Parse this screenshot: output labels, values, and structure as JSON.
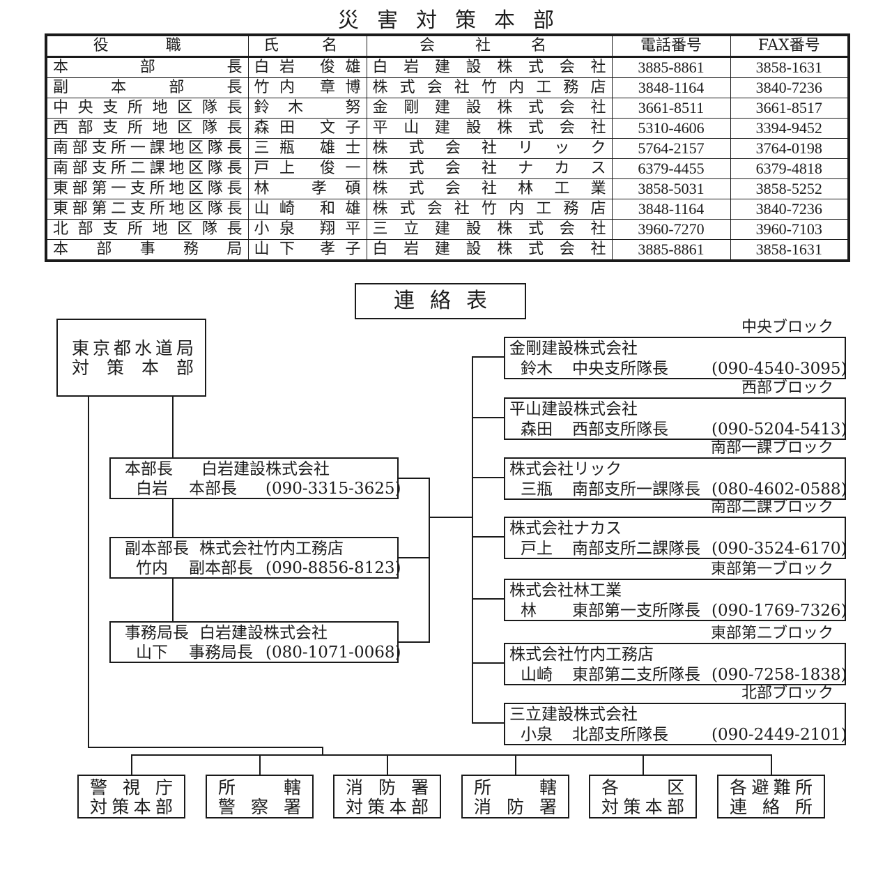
{
  "title": "災害対策本部",
  "roster": {
    "headers": [
      "役　職",
      "氏　名",
      "会　社　名",
      "電話番号",
      "FAX番号"
    ],
    "rows": [
      {
        "role": "本部長",
        "name": "白岩 俊雄",
        "company": "白岩建設株式会社",
        "phone": "3885-8861",
        "fax": "3858-1631"
      },
      {
        "role": "副本部長",
        "name": "竹内 章博",
        "company": "株式会社竹内工務店",
        "phone": "3848-1164",
        "fax": "3840-7236"
      },
      {
        "role": "中央支所地区隊長",
        "name": "鈴木 努",
        "company": "金剛建設株式会社",
        "phone": "3661-8511",
        "fax": "3661-8517"
      },
      {
        "role": "西部支所地区隊長",
        "name": "森田 文子",
        "company": "平山建設株式会社",
        "phone": "5310-4606",
        "fax": "3394-9452"
      },
      {
        "role": "南部支所一課地区隊長",
        "name": "三瓶 雄士",
        "company": "株式会社リック",
        "phone": "5764-2157",
        "fax": "3764-0198"
      },
      {
        "role": "南部支所二課地区隊長",
        "name": "戸上 俊一",
        "company": "株式会社ナカス",
        "phone": "6379-4455",
        "fax": "6379-4818"
      },
      {
        "role": "東部第一支所地区隊長",
        "name": "林 孝碩",
        "company": "株式会社林工業",
        "phone": "3858-5031",
        "fax": "3858-5252"
      },
      {
        "role": "東部第二支所地区隊長",
        "name": "山崎 和雄",
        "company": "株式会社竹内工務店",
        "phone": "3848-1164",
        "fax": "3840-7236"
      },
      {
        "role": "北部支所地区隊長",
        "name": "小泉 翔平",
        "company": "三立建設株式会社",
        "phone": "3960-7270",
        "fax": "3960-7103"
      },
      {
        "role": "本部事務局",
        "name": "山下 孝子",
        "company": "白岩建設株式会社",
        "phone": "3885-8861",
        "fax": "3858-1631"
      }
    ]
  },
  "contact": {
    "title": "連絡表",
    "tmg": {
      "line1": "東京都水道局",
      "line2": "対策本部"
    },
    "hq": [
      {
        "line1_a": "本部長",
        "line1_b": "白岩建設株式会社",
        "line2_a": "白岩",
        "line2_b": "本部長",
        "line2_c": "(090-3315-3625)"
      },
      {
        "line1_a": "副本部長",
        "line1_b": "株式会社竹内工務店",
        "line2_a": "竹内",
        "line2_b": "副本部長",
        "line2_c": "(090-8856-8123)"
      },
      {
        "line1_a": "事務局長",
        "line1_b": "白岩建設株式会社",
        "line2_a": "山下",
        "line2_b": "事務局長",
        "line2_c": "(080-1071-0068)"
      }
    ],
    "blocks": [
      {
        "label": "中央ブロック",
        "company": "金剛建設株式会社",
        "person": "鈴木",
        "title": "中央支所隊長",
        "phone": "(090-4540-3095)"
      },
      {
        "label": "西部ブロック",
        "company": "平山建設株式会社",
        "person": "森田",
        "title": "西部支所隊長",
        "phone": "(090-5204-5413)"
      },
      {
        "label": "南部一課ブロック",
        "company": "株式会社リック",
        "person": "三瓶",
        "title": "南部支所一課隊長",
        "phone": "(080-4602-0588)"
      },
      {
        "label": "南部二課ブロック",
        "company": "株式会社ナカス",
        "person": "戸上",
        "title": "南部支所二課隊長",
        "phone": "(090-3524-6170)"
      },
      {
        "label": "東部第一ブロック",
        "company": "株式会社林工業",
        "person": "林",
        "title": "東部第一支所隊長",
        "phone": "(090-1769-7326)"
      },
      {
        "label": "東部第二ブロック",
        "company": "株式会社竹内工務店",
        "person": "山崎",
        "title": "東部第二支所隊長",
        "phone": "(090-7258-1838)"
      },
      {
        "label": "北部ブロック",
        "company": "三立建設株式会社",
        "person": "小泉",
        "title": "北部支所隊長",
        "phone": "(090-2449-2101)"
      }
    ],
    "bottom": [
      {
        "line1": "警視庁",
        "line2": "対策本部"
      },
      {
        "line1": "所轄",
        "line2": "警察署"
      },
      {
        "line1": "消防署",
        "line2": "対策本部"
      },
      {
        "line1": "所轄",
        "line2": "消防署"
      },
      {
        "line1": "各区",
        "line2": "対策本部"
      },
      {
        "line1": "各避難所",
        "line2": "連絡所"
      }
    ]
  }
}
